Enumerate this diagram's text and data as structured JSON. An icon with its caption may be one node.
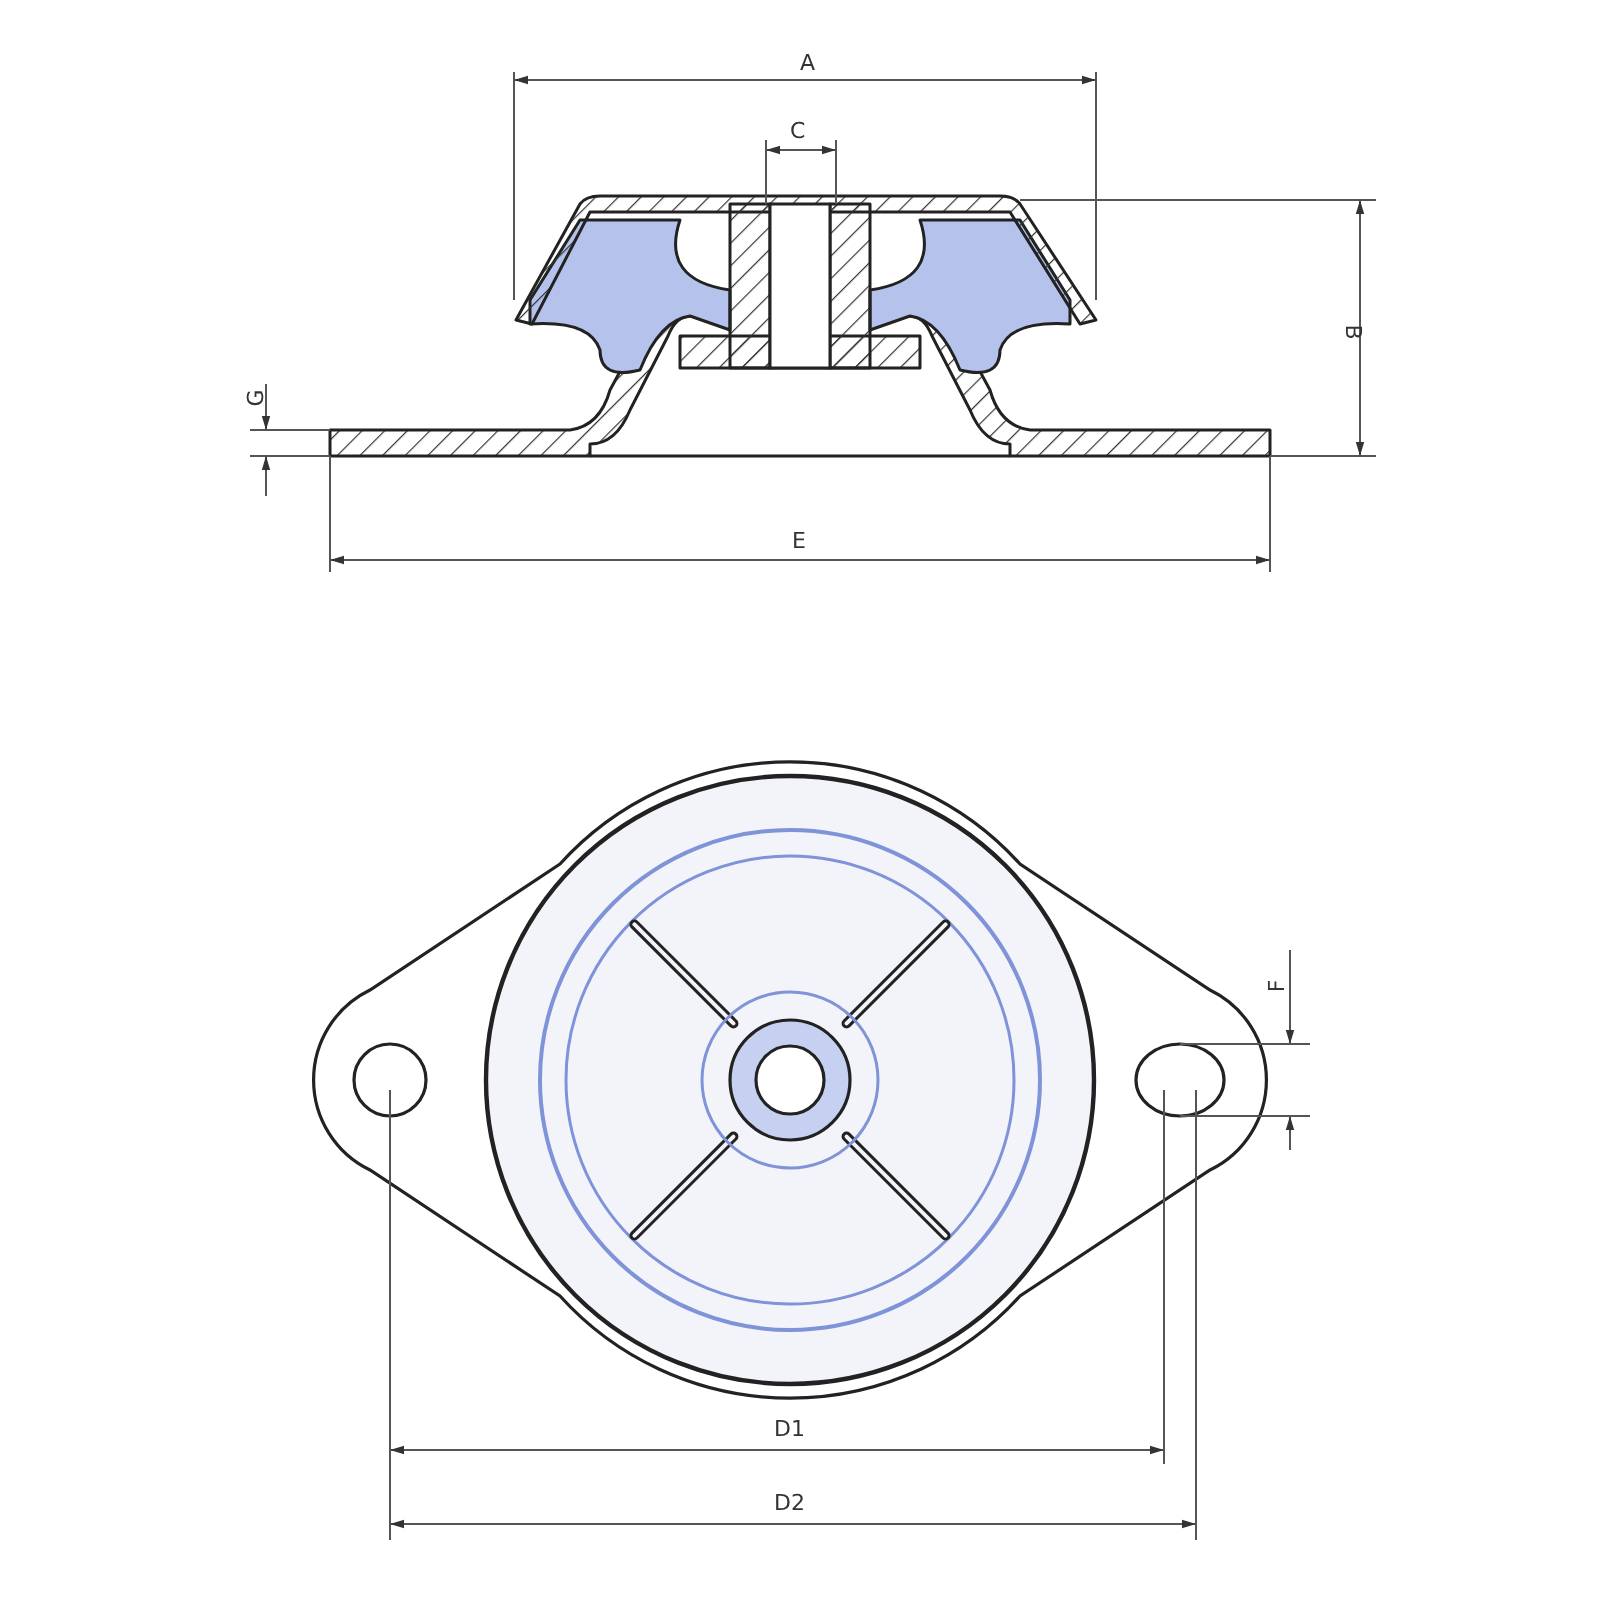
{
  "diagram": {
    "labels": [
      "A",
      "C",
      "B",
      "G",
      "E",
      "F",
      "D1",
      "D2"
    ]
  }
}
